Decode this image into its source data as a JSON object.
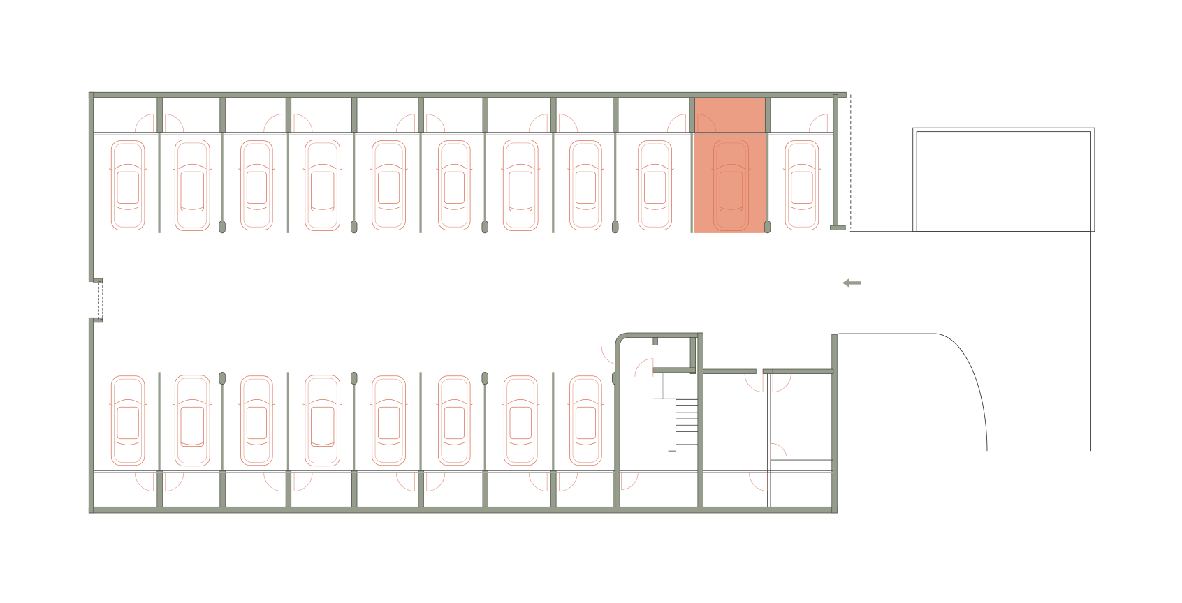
{
  "colors": {
    "wall": "#979d8c",
    "wall_stroke": "#4a5044",
    "car_line": "#d9745a",
    "highlight": "#ec9e84",
    "line": "#333333"
  },
  "top_row": {
    "spots": [
      "sedan",
      "suv",
      "sports",
      "suv",
      "sedan",
      "classic",
      "suv",
      "sports",
      "sedan",
      "suv",
      "sedan"
    ],
    "highlighted_index": 9
  },
  "bottom_row": {
    "spots": [
      "sedan",
      "suv",
      "sports",
      "suv",
      "sedan",
      "classic",
      "sedan",
      "sports"
    ]
  },
  "entry_direction": "left"
}
